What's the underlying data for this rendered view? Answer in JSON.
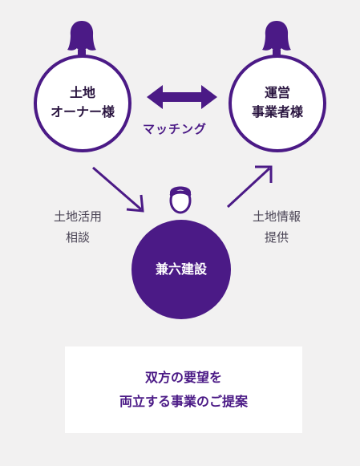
{
  "landowner": {
    "label": "土地\nオーナー様"
  },
  "operator": {
    "label": "運営\n事業者様"
  },
  "company": {
    "label": "兼六建設"
  },
  "matching": {
    "label": "マッチング"
  },
  "consult": {
    "label": "土地活用\n相談"
  },
  "info": {
    "label": "土地情報\n提供"
  },
  "proposal": {
    "text": "双方の要望を\n両立する事業のご提案"
  },
  "colors": {
    "accent": "#4b1a86",
    "background": "#f2f1f1",
    "box": "#ffffff"
  },
  "icons": [
    "person-icon",
    "double-arrow-icon",
    "diagonal-arrow-icon"
  ]
}
